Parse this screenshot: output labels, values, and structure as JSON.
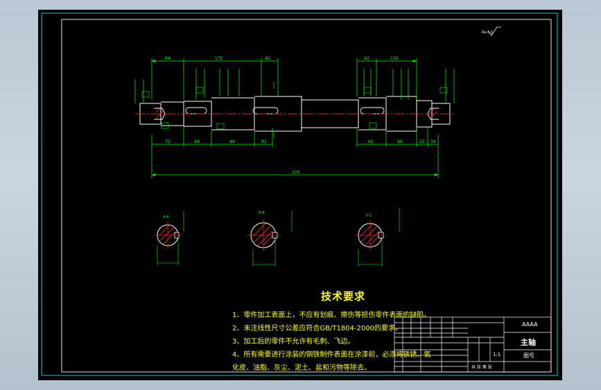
{
  "drawing": {
    "roughness_symbol": "Ra 6.3",
    "dimensions": {
      "top": [
        "64",
        "172",
        "42",
        "42",
        "132"
      ],
      "bottom": [
        "72",
        "64",
        "48",
        "82",
        "62",
        "96",
        "22",
        "34"
      ],
      "overall": "329"
    },
    "sections": [
      "A-A",
      "B-B",
      "C-C"
    ]
  },
  "technical_requirements": {
    "title": "技术要求",
    "items": [
      "1、零件加工表面上，不应有划痕、擦伤等损伤零件表面的缺陷。",
      "2、未注线性尺寸公差应符合GB/T1804-2000的要求。",
      "3、加工后的零件不允许有毛刺、飞边。",
      "4、所有需要进行涂装的钢铁制件表面在涂漆前，必须将铁锈、氧",
      "化皮、油脂、灰尘、泥土、盐和污物等除去。"
    ]
  },
  "title_block": {
    "material": "AAAA",
    "part_name": "主轴",
    "drawing_no": "图号",
    "scale": "1:1",
    "sheet_info": "共 张 第 张"
  }
}
